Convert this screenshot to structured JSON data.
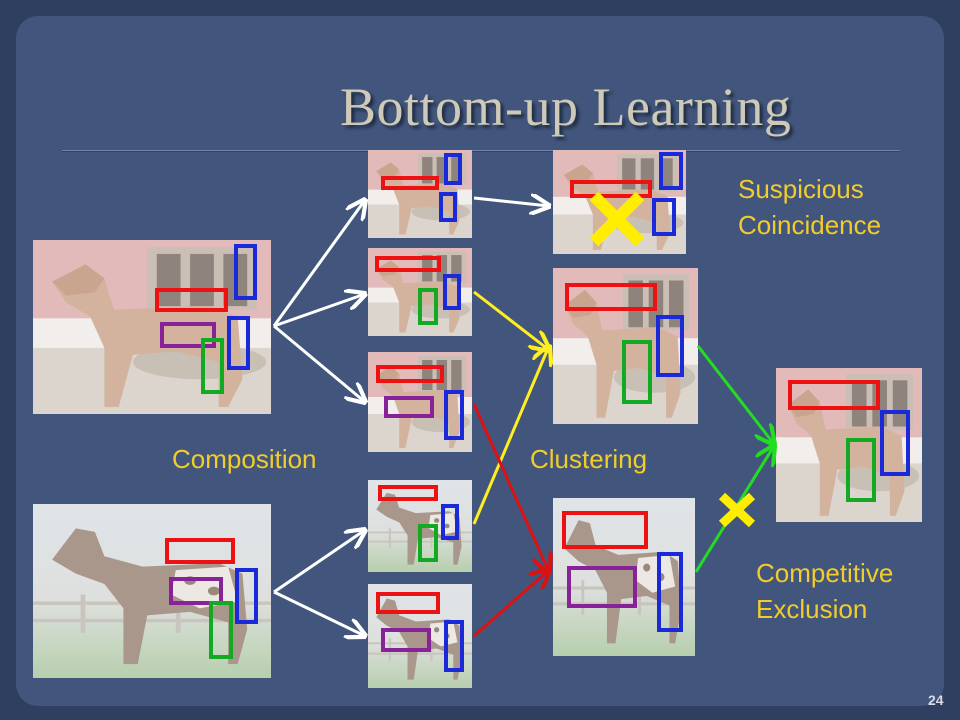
{
  "title": "Bottom-up Learning",
  "labels": {
    "composition": "Composition",
    "clustering": "Clustering",
    "suspicious": [
      "Suspicious",
      "Coincidence"
    ],
    "competitive": [
      "Competitive",
      "Exclusion"
    ]
  },
  "page_number": "24",
  "colors": {
    "background": "#42567d",
    "title": "#cfc9b8",
    "label": "#f2cc2a",
    "arrow_composition": "#ffffff",
    "arrow_cluster_yellow": "#ffee22",
    "arrow_cluster_red": "#dd1111",
    "arrow_exclusion": "#22dd22",
    "cross_mark": "#ffee00",
    "part_red": "#ee1111",
    "part_blue": "#1a2ad8",
    "part_green": "#11aa22",
    "part_purple": "#882299"
  },
  "icons": [
    "horse-photo",
    "rejection-cross-icon",
    "arrow-icon"
  ]
}
